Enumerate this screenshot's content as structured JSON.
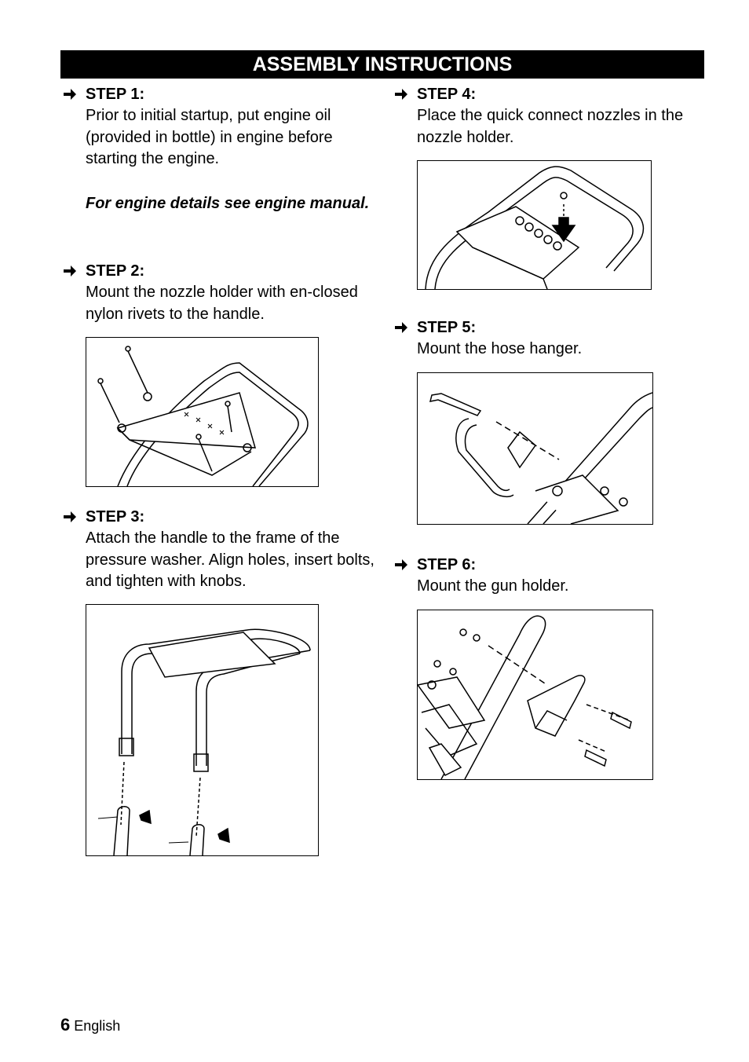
{
  "page": {
    "title": "ASSEMBLY INSTRUCTIONS",
    "page_number": "6",
    "language": "English"
  },
  "steps": [
    {
      "label": "STEP 1:",
      "text": "Prior to initial startup, put engine oil (provided in bottle) in engine before starting the engine.",
      "note": "For engine details see engine manual."
    },
    {
      "label": "STEP 2:",
      "text": "Mount the nozzle holder with en-closed nylon rivets to the handle."
    },
    {
      "label": "STEP 3:",
      "text": "Attach the handle to the frame of the pressure washer. Align holes, insert bolts, and tighten with knobs."
    },
    {
      "label": "STEP 4:",
      "text": "Place the quick connect nozzles in the nozzle holder."
    },
    {
      "label": "STEP 5:",
      "text": "Mount the hose hanger."
    },
    {
      "label": "STEP 6:",
      "text": "Mount the gun holder."
    }
  ]
}
